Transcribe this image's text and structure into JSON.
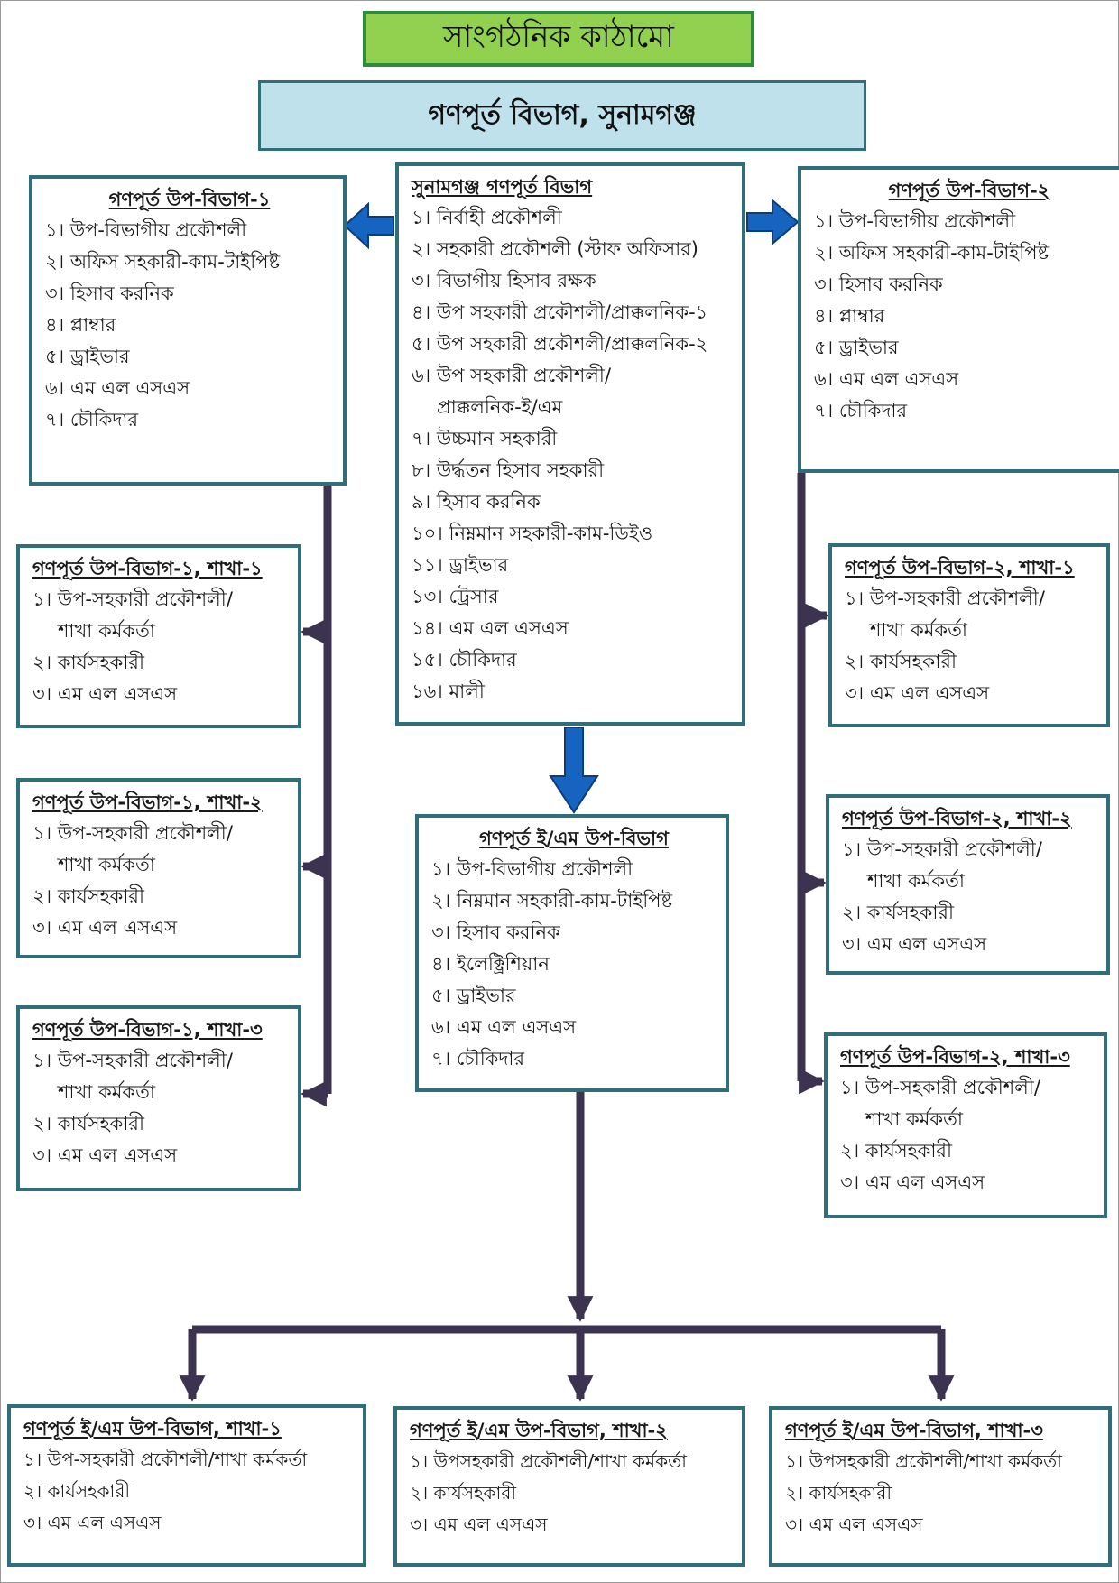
{
  "title": "সাংগঠনিক কাঠামো",
  "subtitle": "গণপূর্ত বিভাগ, সুনামগঞ্জ",
  "colors": {
    "title_bg": "#92d050",
    "title_border": "#2e8b3a",
    "subtitle_bg": "#bfe1ec",
    "box_border": "#2f6f7a",
    "connector": "#3c3350",
    "blue_arrow": "#1565c0"
  },
  "main": {
    "title": "সুনামগঞ্জ গণপূর্ত বিভাগ",
    "items": [
      "১। নির্বাহী প্রকৌশলী",
      "২। সহকারী প্রকৌশলী (স্টাফ অফিসার)",
      "৩। বিভাগীয় হিসাব রক্ষক",
      "৪। উপ সহকারী প্রকৌশলী/প্রাক্কলনিক-১",
      "৫। উপ সহকারী প্রকৌশলী/প্রাক্কলনিক-২",
      "৬। উপ সহকারী প্রকৌশলী/",
      "প্রাক্কলনিক-ই/এম",
      "৭। উচ্চমান সহকারী",
      "৮। উর্দ্ধতন হিসাব সহকারী",
      "৯। হিসাব করনিক",
      "১০। নিম্নমান সহকারী-কাম-ডিইও",
      "১১। ড্রাইভার",
      "১৩। ট্রেসার",
      "১৪। এম এল এসএস",
      "১৫। চৌকিদার",
      "১৬। মালী"
    ]
  },
  "sub1": {
    "title": "গণপূর্ত উপ-বিভাগ-১",
    "items": [
      "১। উপ-বিভাগীয় প্রকৌশলী",
      "২। অফিস সহকারী-কাম-টাইপিষ্ট",
      "৩। হিসাব করনিক",
      "৪। প্লাম্বার",
      "৫। ড্রাইভার",
      "৬। এম এল এসএস",
      "৭। চৌকিদার"
    ]
  },
  "sub2": {
    "title": "গণপূর্ত উপ-বিভাগ-২",
    "items": [
      "১। উপ-বিভাগীয় প্রকৌশলী",
      "২। অফিস সহকারী-কাম-টাইপিষ্ট",
      "৩। হিসাব করনিক",
      "৪। প্লাম্বার",
      "৫। ড্রাইভার",
      "৬। এম এল এসএস",
      "৭। চৌকিদার"
    ]
  },
  "em": {
    "title": "গণপূর্ত ই/এম উপ-বিভাগ",
    "items": [
      "১। উপ-বিভাগীয় প্রকৌশলী",
      "২। নিম্নমান সহকারী-কাম-টাইপিষ্ট",
      "৩। হিসাব করনিক",
      "৪। ইলেক্ট্রিশিয়ান",
      "৫। ড্রাইভার",
      "৬। এম এল এসএস",
      "৭। চৌকিদার"
    ]
  },
  "branch_items": {
    "l1": "১। উপ-সহকারী প্রকৌশলী/",
    "l1b": "শাখা কর্মকর্তা",
    "l2": "২। কার্যসহকারী",
    "l3": "৩। এম এল এসএস"
  },
  "s1b1": {
    "title": "গণপূর্ত উপ-বিভাগ-১, শাখা-১"
  },
  "s1b2": {
    "title": "গণপূর্ত উপ-বিভাগ-১, শাখা-২"
  },
  "s1b3": {
    "title": "গণপূর্ত উপ-বিভাগ-১, শাখা-৩"
  },
  "s2b1": {
    "title": "গণপূর্ত উপ-বিভাগ-২, শাখা-১"
  },
  "s2b2": {
    "title": "গণপূর্ত উপ-বিভাগ-২, শাখা-২"
  },
  "s2b3": {
    "title": "গণপূর্ত উপ-বিভাগ-২, শাখা-৩"
  },
  "emb1": {
    "title": "গণপূর্ত ই/এম উপ-বিভাগ, শাখা-১",
    "items": [
      "১। উপ-সহকারী প্রকৌশলী/শাখা কর্মকর্তা",
      "২। কার্যসহকারী",
      "৩। এম এল এসএস"
    ]
  },
  "emb2": {
    "title": "গণপূর্ত ই/এম উপ-বিভাগ, শাখা-২",
    "items": [
      "১। উপসহকারী প্রকৌশলী/শাখা কর্মকর্তা",
      "২। কার্যসহকারী",
      "৩। এম এল এসএস"
    ]
  },
  "emb3": {
    "title": "গণপূর্ত ই/এম উপ-বিভাগ, শাখা-৩",
    "items": [
      "১। উপসহকারী প্রকৌশলী/শাখা কর্মকর্তা",
      "২। কার্যসহকারী",
      "৩। এম এল এসএস"
    ]
  }
}
